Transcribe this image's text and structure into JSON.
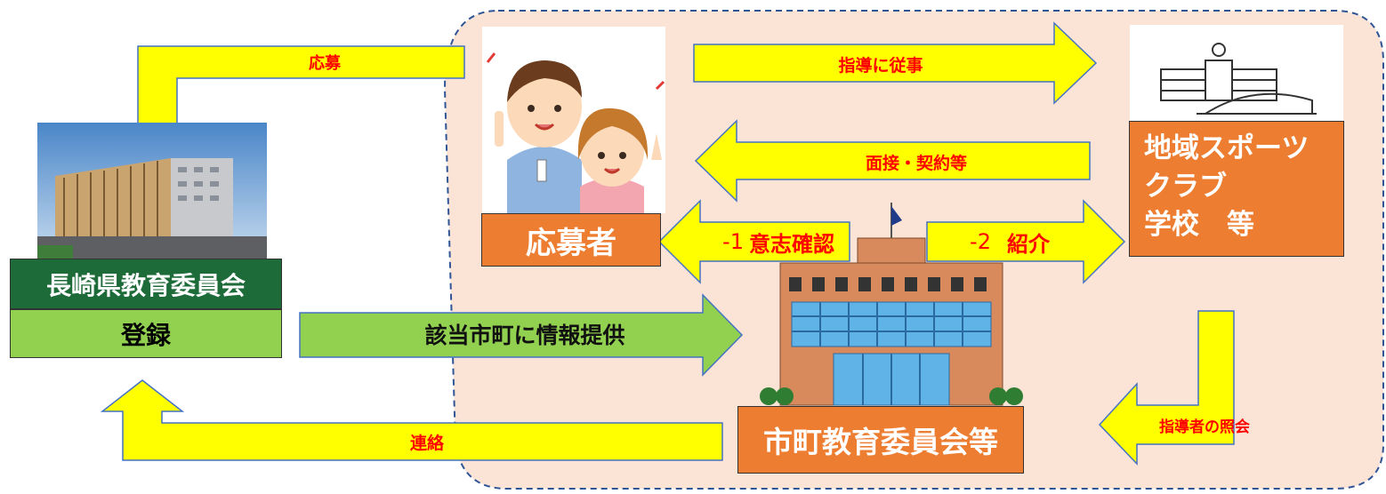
{
  "colors": {
    "region_fill": "#fbe3d6",
    "region_border": "#2f5597",
    "arrow_yellow": "#ffff00",
    "arrow_green": "#92d050",
    "orange": "#ed7d31",
    "dark_green": "#1e6b3a",
    "light_green": "#92d050",
    "label_red": "#ff0000"
  },
  "nodes": {
    "prefecture_board": "長崎県教育委員会",
    "registration": "登録",
    "applicant": "応募者",
    "club_school": [
      "地域スポーツ",
      "クラブ",
      "学校　等"
    ],
    "municipal_board": "市町教育委員会等"
  },
  "arrows": {
    "apply": "応募",
    "engage_instruction": "指導に従事",
    "interview_contract": "面接・契約等",
    "confirm_prefix": "-1",
    "confirm_label": "意志確認",
    "introduce_prefix": "-2",
    "introduce_label": "紹介",
    "info_provision": "該当市町に情報提供",
    "contact": "連絡",
    "instructor_inquiry": "指導者の照会"
  },
  "icons": {
    "applicants_illustration": "people-illustration",
    "prefecture_building": "building-photo",
    "school_building": "school-icon",
    "municipal_building": "office-building-illustration"
  }
}
